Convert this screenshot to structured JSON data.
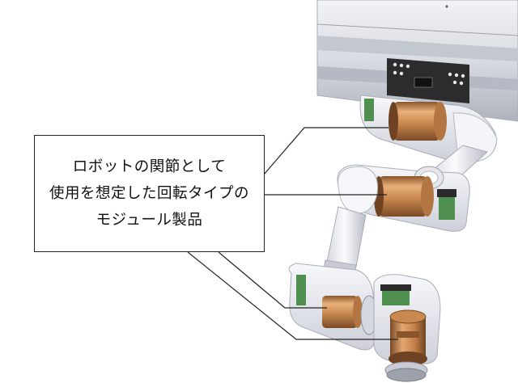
{
  "callout": {
    "lines": [
      "ロボットの関節として",
      "使用を想定した回転タイプの",
      "モジュール製品"
    ]
  },
  "colors": {
    "housing": "#ecedf2",
    "housing_shade": "#c9ccd6",
    "bronze": "#c9894f",
    "bronze_dark": "#8a552c",
    "rail": "#dfe1e6",
    "connector": "#2a2a2a",
    "pcb": "#4f8f4f",
    "leader_line": "#222222"
  }
}
